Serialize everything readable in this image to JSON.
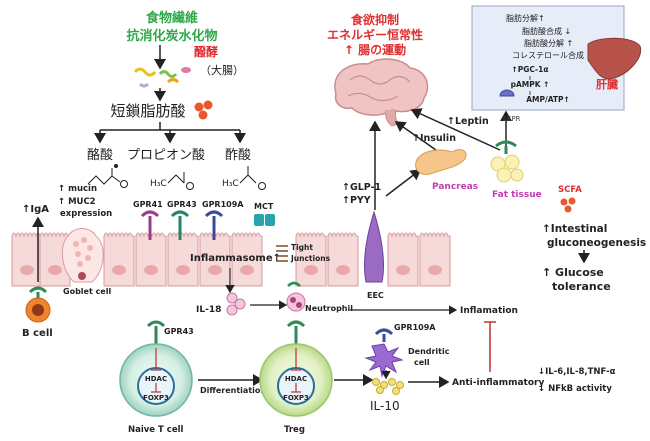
{
  "top": {
    "fiber": "食物繊維",
    "carb": "抗消化炭水化物",
    "ferment": "醱酵",
    "colon": "（大腸）",
    "scfa": "短鎖脂肪酸"
  },
  "acids": {
    "butyrate": "酪酸",
    "propionate": "プロピオン酸",
    "acetate": "酢酸"
  },
  "brain": {
    "line1": "食欲抑制",
    "line2": "エネルギー恒常性",
    "line3": "↑ 腸の運動"
  },
  "liver_box": {
    "lines": [
      "脂肪分解↑",
      "脂肪酸合成 ↓",
      "脂肪酸分解 ↑",
      "コレステロール合成 ↑"
    ],
    "pgc": "↑PGC-1α",
    "pampk": "pAMPK ↑",
    "ampatp": "AMP/ATP↑",
    "lepr": "LEPR",
    "liver": "肝臓"
  },
  "signals": {
    "leptin": "↑Leptin",
    "insulin": "↑Insulin",
    "glp1": "↑GLP-1",
    "pyy": "↑PYY",
    "pancreas": "Pancreas",
    "fat": "Fat tissue",
    "eec": "EEC"
  },
  "gut": {
    "iga": "↑IgA",
    "mucin": "↑ mucin",
    "muc2a": "↑ MUC2",
    "muc2b": "expression",
    "goblet": "Goblet cell",
    "gpr41": "GPR41",
    "gpr43": "GPR43",
    "gpr109a": "GPR109A",
    "mct": "MCT",
    "inflammasome": "Inflammasome↑",
    "tight": "Tight",
    "junctions": "Junctions",
    "bcell": "B cell"
  },
  "right": {
    "scfa": "SCFA",
    "ig1": "↑Intestinal",
    "ig2": "gluconeogenesis",
    "gt1": "↑ Glucose",
    "gt2": "tolerance"
  },
  "immune": {
    "il18": "IL-18",
    "neutrophil": "Neutrophil",
    "inflammation": "Inflamation",
    "gpr43": "GPR43",
    "hdac": "HDAC",
    "foxp3": "FOXP3",
    "differentiation": "Differentiation",
    "naive": "Naive T cell",
    "treg": "Treg",
    "gpr109a": "GPR109A",
    "dendritic1": "Dendritic",
    "dendritic2": "cell",
    "il10": "IL-10",
    "anti": "Anti-inflammatory",
    "cytokines": "↓IL-6,IL-8,TNF-α",
    "nfkb": "↓ NFkB activity"
  }
}
